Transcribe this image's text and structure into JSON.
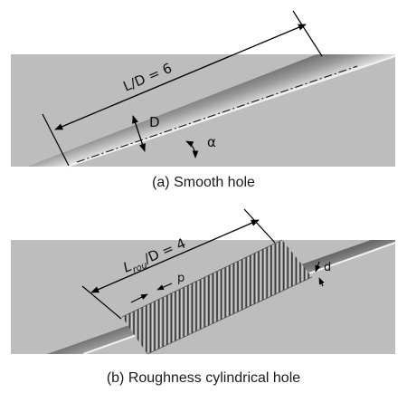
{
  "panel_a": {
    "dim_length": "L/D = 6",
    "dim_diameter": "D",
    "dim_angle": "α",
    "caption": "(a) Smooth hole"
  },
  "panel_b": {
    "dim_length_L": "L",
    "dim_length_sub": "rou",
    "dim_length_rest": "/D = 4",
    "dim_pitch": "p",
    "dim_depth": "d",
    "caption": "(b) Roughness cylindrical hole"
  }
}
